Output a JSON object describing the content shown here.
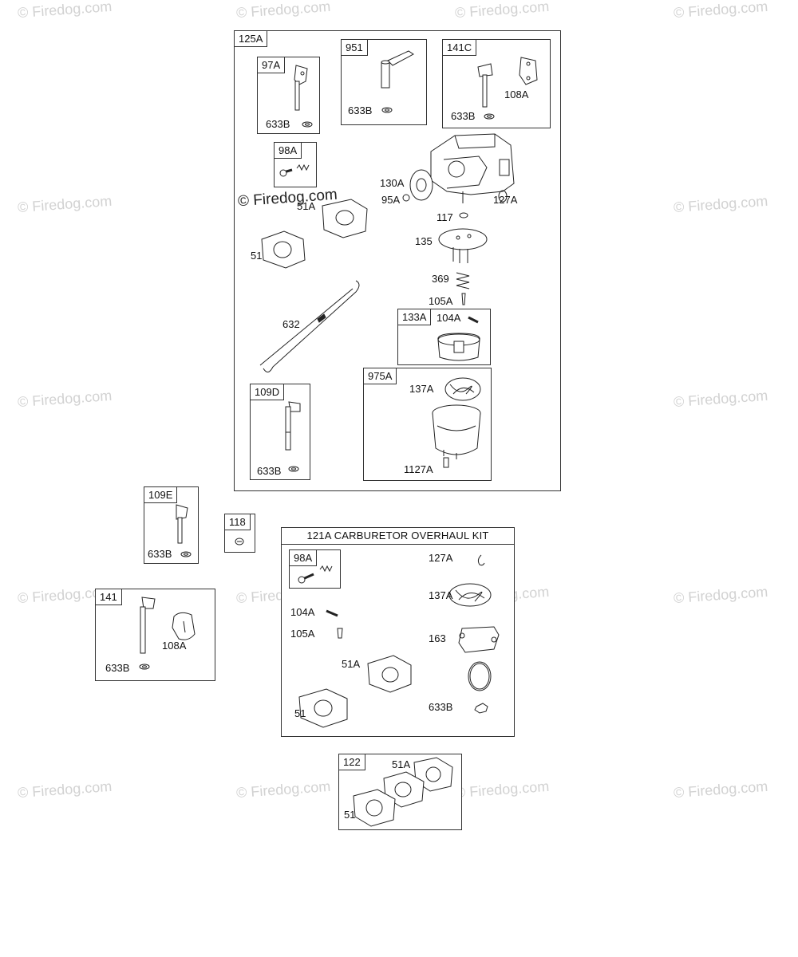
{
  "watermark": {
    "text": "© Firedog.com",
    "dark_text": "© Firedog.com"
  },
  "frames": {
    "main": "125A",
    "f97a": "97A",
    "f951": "951",
    "f141c": "141C",
    "f98a": "98A",
    "f133a": "133A",
    "f975a": "975A",
    "f109d": "109D",
    "f109e": "109E",
    "f118": "118",
    "f141": "141",
    "f122": "122"
  },
  "kit": {
    "title": "121A CARBURETOR OVERHAUL KIT",
    "subframe": "98A"
  },
  "labels": {
    "l97a_633b": "633B",
    "l951_633b": "633B",
    "l141c_633b": "633B",
    "l141c_108a": "108A",
    "l130a": "130A",
    "l95a": "95A",
    "l127a": "127A",
    "l51a": "51A",
    "l51": "51",
    "l117": "117",
    "l135": "135",
    "l369": "369",
    "l105a": "105A",
    "l632": "632",
    "l104a": "104A",
    "l137a": "137A",
    "l1127a": "1127A",
    "l109d_633b": "633B",
    "l109e_633b": "633B",
    "l141_108a": "108A",
    "l141_633b": "633B",
    "k127a": "127A",
    "k104a": "104A",
    "k105a": "105A",
    "k137a": "137A",
    "k163": "163",
    "k51a": "51A",
    "k51": "51",
    "k633b": "633B",
    "b51a": "51A",
    "b51": "51"
  }
}
